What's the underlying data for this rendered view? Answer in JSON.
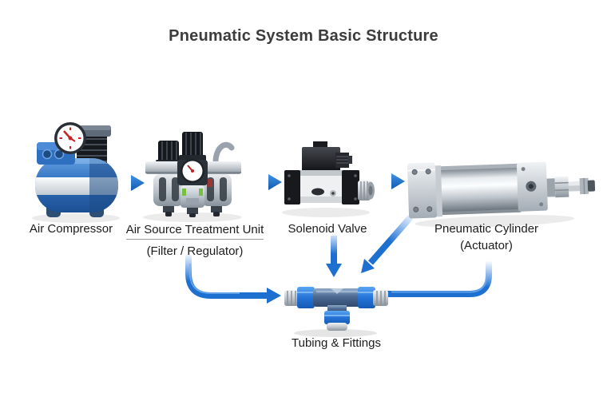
{
  "title": "Pneumatic System Basic Structure",
  "colors": {
    "arrow_blue": "#1d72d2",
    "tube_blue": "#2b7de0",
    "text": "#1c1c1c",
    "title_text": "#3c3c3c",
    "background": "#ffffff"
  },
  "components": {
    "air_compressor": {
      "label": "Air Compressor"
    },
    "treatment_unit": {
      "label": "Air Source Treatment Unit",
      "sublabel": "(Filter / Regulator)"
    },
    "solenoid_valve": {
      "label": "Solenoid Valve"
    },
    "pneumatic_cylinder": {
      "label": "Pneumatic Cylinder",
      "sublabel": "(Actuator)"
    },
    "tubing_fittings": {
      "label": "Tubing & Fittings"
    }
  },
  "flow": [
    {
      "from": "air_compressor",
      "to": "treatment_unit",
      "type": "arrow"
    },
    {
      "from": "treatment_unit",
      "to": "solenoid_valve",
      "type": "arrow"
    },
    {
      "from": "solenoid_valve",
      "to": "pneumatic_cylinder",
      "type": "arrow"
    },
    {
      "from": "treatment_unit",
      "to": "tubing_fittings",
      "type": "curved-tube-arrow"
    },
    {
      "from": "solenoid_valve",
      "to": "tubing_fittings",
      "type": "arrow"
    },
    {
      "from": "pneumatic_cylinder",
      "to": "tubing_fittings",
      "type": "arrow"
    },
    {
      "from": "tubing_fittings",
      "to": "pneumatic_cylinder",
      "type": "curved-tube"
    }
  ]
}
